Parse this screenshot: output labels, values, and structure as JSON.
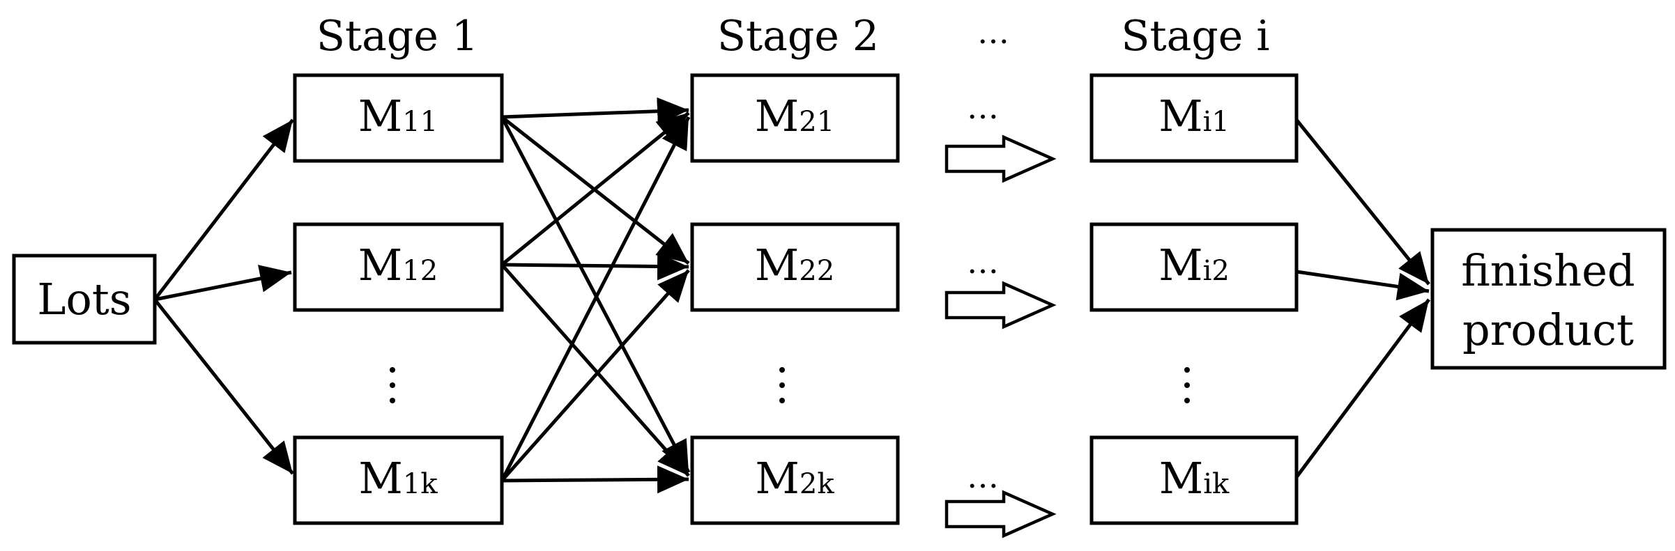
{
  "stages": [
    {
      "label": "Stage 1"
    },
    {
      "label": "Stage 2"
    },
    {
      "label": "…"
    },
    {
      "label": "Stage i"
    }
  ],
  "source": {
    "label": "Lots"
  },
  "sink": {
    "line1": "finished",
    "line2": "product"
  },
  "machines": {
    "m11": {
      "main": "M",
      "sub": "11"
    },
    "m12": {
      "main": "M",
      "sub": "12"
    },
    "m1k": {
      "main": "M",
      "sub": "1k"
    },
    "m21": {
      "main": "M",
      "sub": "21"
    },
    "m22": {
      "main": "M",
      "sub": "22"
    },
    "m2k": {
      "main": "M",
      "sub": "2k"
    },
    "mi1": {
      "main": "M",
      "sub": "i1"
    },
    "mi2": {
      "main": "M",
      "sub": "i2"
    },
    "mik": {
      "main": "M",
      "sub": "ik"
    }
  },
  "ellipsis": "…",
  "vertical_ellipsis": "⋮"
}
